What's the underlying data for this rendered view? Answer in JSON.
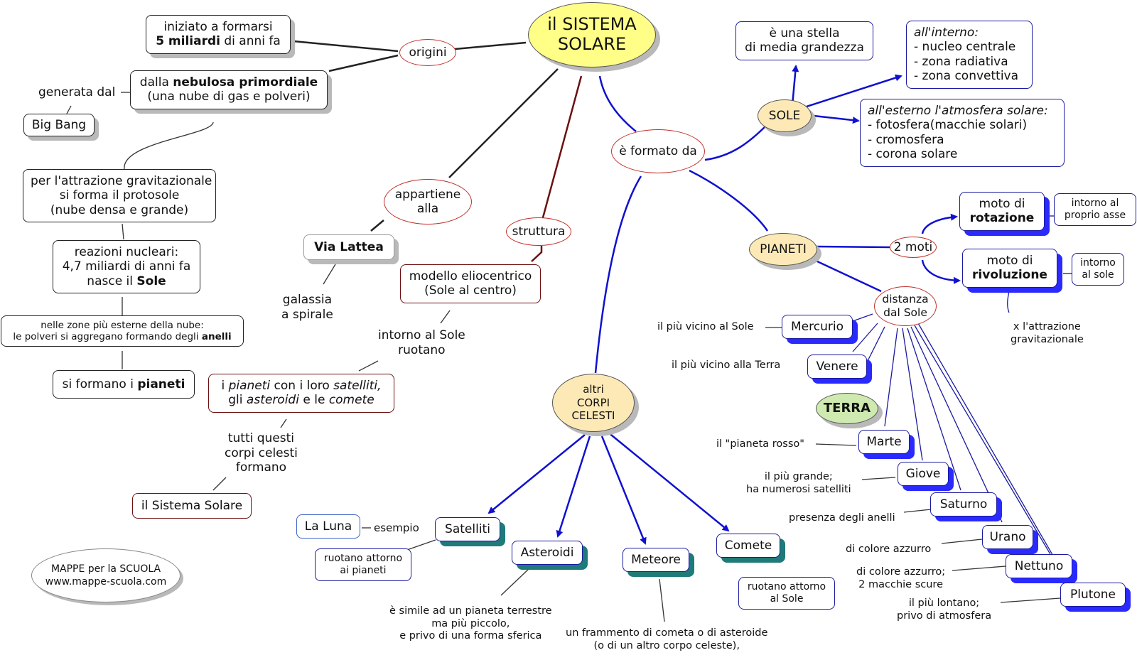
{
  "main": {
    "line1": "il SISTEMA",
    "line2": "SOLARE"
  },
  "origini": "origini",
  "iniziato": {
    "line1": "iniziato a formarsi",
    "bold": "5 miliardi",
    "rest": " di anni fa"
  },
  "nebulosa": {
    "pre": "dalla ",
    "bold": "nebulosa primordiale",
    "line2": "(una nube di gas e polveri)"
  },
  "generata": "generata dal",
  "bigbang": "Big Bang",
  "attrazione": {
    "line1": "per l'attrazione gravitazionale",
    "line2": "si forma il protosole",
    "line3": "(nube densa e grande)"
  },
  "reazioni": {
    "line1": "reazioni nucleari:",
    "line2": "4,7 miliardi di anni fa",
    "pre3": "nasce il ",
    "bold3": "Sole"
  },
  "zone": {
    "line1": "nelle zone più esterne della nube:",
    "pre2": "le polveri si aggregano formando degli ",
    "bold2": "anelli"
  },
  "pianeti_form": {
    "pre": "si formano i ",
    "bold": "pianeti"
  },
  "appartiene": {
    "line1": "appartiene",
    "line2": "alla"
  },
  "vialattea": "Via Lattea",
  "galassia": {
    "line1": "galassia",
    "line2": "a spirale"
  },
  "struttura": "struttura",
  "modello": {
    "line1": "modello eliocentrico",
    "line2": "(Sole al centro)"
  },
  "intorno_sole": {
    "line1": "intorno al Sole",
    "line2": "ruotano"
  },
  "ipianeti": {
    "a": "i ",
    "b": "pianeti",
    "c": "  con i loro ",
    "d": "satelliti,",
    "e": "gli ",
    "f": "asteroidi",
    "g": "  e le ",
    "h": "comete"
  },
  "tutti": {
    "line1": "tutti questi",
    "line2": "corpi celesti",
    "line3": "formano"
  },
  "sistema_solare": "il Sistema Solare",
  "mappe": {
    "line1": "MAPPE per la SCUOLA",
    "line2": "www.mappe-scuola.com"
  },
  "formato": "è formato da",
  "sole": "SOLE",
  "stella": {
    "line1": "è una stella",
    "line2": "di media grandezza"
  },
  "interno": {
    "title": "all'interno:",
    "i1": "- nucleo centrale",
    "i2": "- zona radiativa",
    "i3": "- zona convettiva"
  },
  "esterno": {
    "title": "all'esterno l'atmosfera solare:",
    "i1": "- fotosfera(macchie solari)",
    "i2": "- cromosfera",
    "i3": "- corona solare"
  },
  "pianeti": "PIANETI",
  "duemoti": "2 moti",
  "rotazione": {
    "line1": "moto di",
    "bold": "rotazione"
  },
  "asse": {
    "line1": "intorno al",
    "line2": "proprio asse"
  },
  "rivoluzione": {
    "line1": "moto di",
    "bold": "rivoluzione"
  },
  "alsole": {
    "line1": "intorno",
    "line2": "al sole"
  },
  "xattr": {
    "line1": "x l'attrazione",
    "line2": "gravitazionale"
  },
  "distanza": {
    "line1": "distanza",
    "line2": "dal Sole"
  },
  "planets": {
    "mercurio": "Mercurio",
    "venere": "Venere",
    "terra": "TERRA",
    "marte": "Marte",
    "giove": "Giove",
    "saturno": "Saturno",
    "urano": "Urano",
    "nettuno": "Nettuno",
    "plutone": "Plutone"
  },
  "desc": {
    "mercurio": "il più vicino al Sole",
    "venere": "il più vicino alla Terra",
    "marte": "il \"pianeta rosso\"",
    "giove1": "il più grande;",
    "giove2": "ha numerosi satelliti",
    "saturno": "presenza degli anelli",
    "urano": "di colore azzurro",
    "nettuno1": "di colore azzurro;",
    "nettuno2": "2 macchie scure",
    "plutone1": "il più lontano;",
    "plutone2": "privo di atmosfera"
  },
  "altri": {
    "line1": "altri",
    "line2": "CORPI",
    "line3": "CELESTI"
  },
  "satelliti": "Satelliti",
  "luna": "La Luna",
  "esempio": "esempio",
  "sat_desc": {
    "line1": "ruotano attorno",
    "line2": "ai pianeti"
  },
  "asteroidi": "Asteroidi",
  "ast_desc": {
    "line1": "è simile ad un pianeta terrestre",
    "line2": "ma più piccolo,",
    "line3": "e privo di una forma sferica"
  },
  "meteore": "Meteore",
  "met_desc": {
    "line1": "un frammento di cometa o di asteroide",
    "line2": "(o di un altro corpo celeste),"
  },
  "comete": "Comete",
  "com_desc": {
    "line1": "ruotano attorno",
    "line2": "al Sole"
  }
}
